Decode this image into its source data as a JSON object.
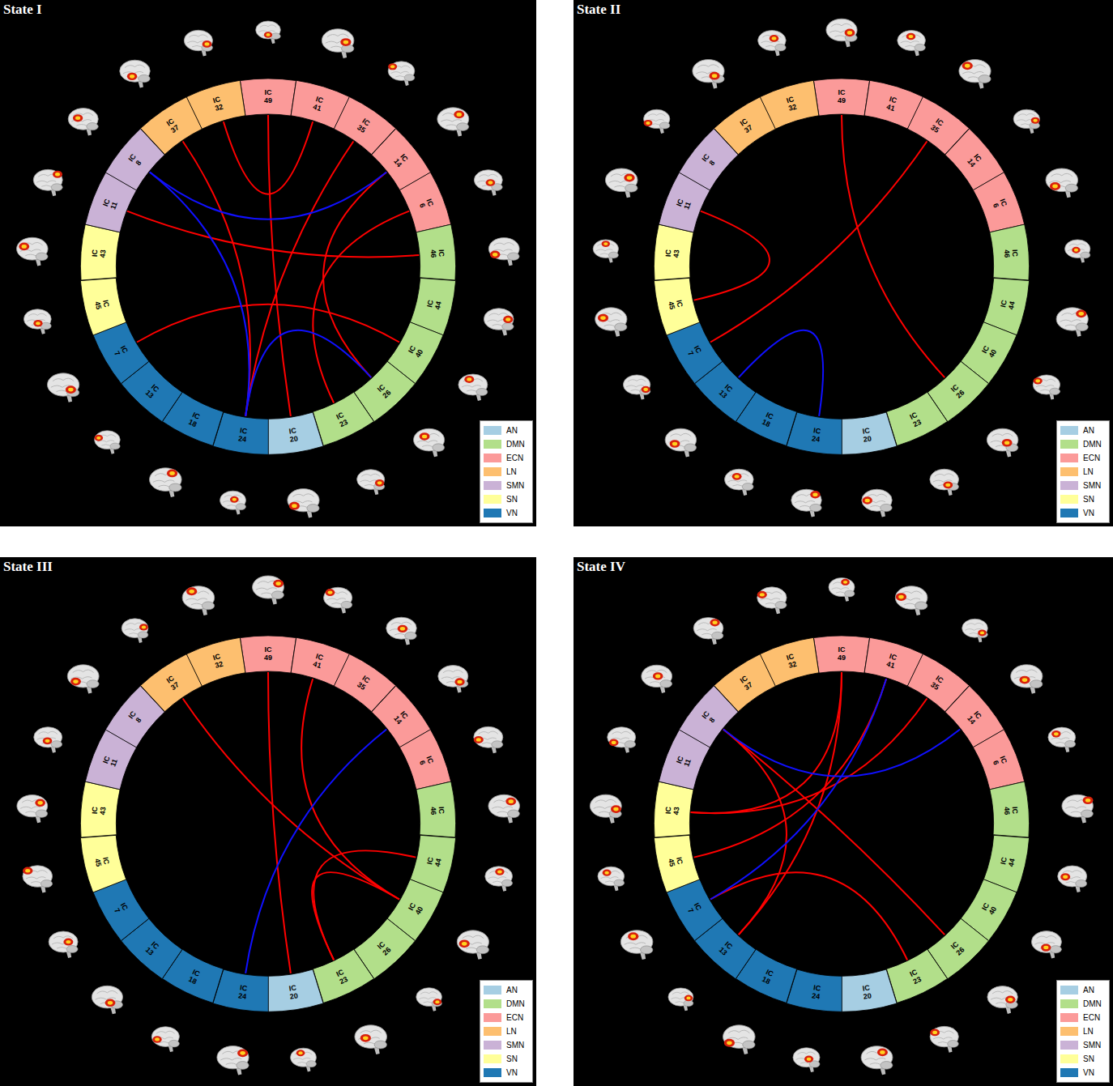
{
  "diagram": {
    "nodes": [
      {
        "text": [
          "State I"
        ]
      },
      {
        "text": [
          "IC 49"
        ],
        "in": 0
      },
      {
        "text": [
          "IC 41"
        ],
        "in": 0
      },
      {
        "text": [
          "IC 35"
        ],
        "in": 0
      },
      {
        "text": [
          "IC 14"
        ],
        "in": 0
      },
      {
        "text": [
          "IC 6"
        ],
        "in": 0
      },
      {
        "text": [
          "IC 46"
        ],
        "in": 0
      },
      {
        "text": [
          "IC 44"
        ],
        "in": 0
      },
      {
        "text": [
          "IC 40"
        ],
        "in": 0
      },
      {
        "text": [
          "IC 26"
        ],
        "in": 0
      },
      {
        "text": [
          "IC 23"
        ],
        "in": 0
      },
      {
        "text": [
          "IC 20"
        ],
        "in": 0
      },
      {
        "text": [
          "IC 24"
        ],
        "in": 0
      },
      {
        "text": [
          "IC 18"
        ],
        "in": 0
      },
      {
        "text": [
          "IC 13"
        ],
        "in": 0
      },
      {
        "text": [
          "IC 7"
        ],
        "in": 0
      },
      {
        "text": [
          "IC 45"
        ],
        "in": 0
      },
      {
        "text": [
          "IC 43"
        ],
        "in": 0
      },
      {
        "text": [
          "IC 11"
        ],
        "in": 0
      },
      {
        "text": [
          "IC 8"
        ],
        "in": 0
      },
      {
        "text": [
          "IC 37"
        ],
        "in": 0
      },
      {
        "text": [
          "IC 32"
        ],
        "in": 0
      },
      {
        "text": [
          "State II"
        ]
      },
      {
        "text": [
          "IC 49"
        ],
        "in": 22
      },
      {
        "text": [
          "IC 41"
        ],
        "in": 22
      },
      {
        "text": [
          "IC 35"
        ],
        "in": 22
      },
      {
        "text": [
          "IC 14"
        ],
        "in": 22
      },
      {
        "text": [
          "IC 6"
        ],
        "in": 22
      },
      {
        "text": [
          "IC 46"
        ],
        "in": 22
      },
      {
        "text": [
          "IC 44"
        ],
        "in": 22
      },
      {
        "text": [
          "IC 40"
        ],
        "in": 22
      },
      {
        "text": [
          "IC 26"
        ],
        "in": 22
      },
      {
        "text": [
          "IC 23"
        ],
        "in": 22
      },
      {
        "text": [
          "IC 20"
        ],
        "in": 22
      },
      {
        "text": [
          "IC 24"
        ],
        "in": 22
      },
      {
        "text": [
          "IC 18"
        ],
        "in": 22
      },
      {
        "text": [
          "IC 13"
        ],
        "in": 22
      },
      {
        "text": [
          "IC 7"
        ],
        "in": 22
      },
      {
        "text": [
          "IC 45"
        ],
        "in": 22
      },
      {
        "text": [
          "IC 43"
        ],
        "in": 22
      },
      {
        "text": [
          "IC 11"
        ],
        "in": 22
      },
      {
        "text": [
          "IC 8"
        ],
        "in": 22
      },
      {
        "text": [
          "IC 37"
        ],
        "in": 22
      },
      {
        "text": [
          "IC 32"
        ],
        "in": 22
      },
      {
        "text": [
          "State III"
        ]
      },
      {
        "text": [
          "IC 49"
        ],
        "in": 44
      },
      {
        "text": [
          "IC 41"
        ],
        "in": 44
      },
      {
        "text": [
          "IC 35"
        ],
        "in": 44
      },
      {
        "text": [
          "IC 14"
        ],
        "in": 44
      },
      {
        "text": [
          "IC 6"
        ],
        "in": 44
      },
      {
        "text": [
          "IC 46"
        ],
        "in": 44
      },
      {
        "text": [
          "IC 44"
        ],
        "in": 44
      },
      {
        "text": [
          "IC 40"
        ],
        "in": 44
      },
      {
        "text": [
          "IC 26"
        ],
        "in": 44
      },
      {
        "text": [
          "IC 23"
        ],
        "in": 44
      },
      {
        "text": [
          "IC 20"
        ],
        "in": 44
      },
      {
        "text": [
          "IC 24"
        ],
        "in": 44
      },
      {
        "text": [
          "IC 18"
        ],
        "in": 44
      },
      {
        "text": [
          "IC 13"
        ],
        "in": 44
      },
      {
        "text": [
          "IC 7"
        ],
        "in": 44
      },
      {
        "text": [
          "IC 45"
        ],
        "in": 44
      },
      {
        "text": [
          "IC 43"
        ],
        "in": 44
      },
      {
        "text": [
          "IC 11"
        ],
        "in": 44
      },
      {
        "text": [
          "IC 8"
        ],
        "in": 44
      },
      {
        "text": [
          "IC 37"
        ],
        "in": 44
      },
      {
        "text": [
          "IC 32"
        ],
        "in": 44
      },
      {
        "text": [
          "State IV"
        ]
      },
      {
        "text": [
          "IC 49"
        ],
        "in": 66
      },
      {
        "text": [
          "IC 41"
        ],
        "in": 66
      },
      {
        "text": [
          "IC 35"
        ],
        "in": 66
      },
      {
        "text": [
          "IC 14"
        ],
        "in": 66
      },
      {
        "text": [
          "IC 6"
        ],
        "in": 66
      },
      {
        "text": [
          "IC 46"
        ],
        "in": 66
      },
      {
        "text": [
          "IC 44"
        ],
        "in": 66
      },
      {
        "text": [
          "IC 40"
        ],
        "in": 66
      },
      {
        "text": [
          "IC 26"
        ],
        "in": 66
      },
      {
        "text": [
          "IC 23"
        ],
        "in": 66
      },
      {
        "text": [
          "IC 20"
        ],
        "in": 66
      },
      {
        "text": [
          "IC 24"
        ],
        "in": 66
      },
      {
        "text": [
          "IC 18"
        ],
        "in": 66
      },
      {
        "text": [
          "IC 13"
        ],
        "in": 66
      },
      {
        "text": [
          "IC 7"
        ],
        "in": 66
      },
      {
        "text": [
          "IC 45"
        ],
        "in": 66
      },
      {
        "text": [
          "IC 43"
        ],
        "in": 66
      },
      {
        "text": [
          "IC 11"
        ],
        "in": 66
      },
      {
        "text": [
          "IC 8"
        ],
        "in": 66
      },
      {
        "text": [
          "IC 37"
        ],
        "in": 66
      },
      {
        "text": [
          "IC 32"
        ],
        "in": 66
      }
    ],
    "edges": [
      {
        "from": 21,
        "to": 2,
        "arrow": "none"
      },
      {
        "from": 20,
        "to": 12,
        "arrow": "none"
      },
      {
        "from": 1,
        "to": 11,
        "arrow": "none"
      },
      {
        "from": 3,
        "to": 12,
        "arrow": "none"
      },
      {
        "from": 18,
        "to": 6,
        "arrow": "none"
      },
      {
        "from": 15,
        "to": 8,
        "arrow": "none"
      },
      {
        "from": 5,
        "to": 10,
        "arrow": "none"
      },
      {
        "from": 4,
        "to": 9,
        "arrow": "none"
      },
      {
        "from": 19,
        "to": 4,
        "arrow": "none"
      },
      {
        "from": 19,
        "to": 12,
        "arrow": "none"
      },
      {
        "from": 12,
        "to": 9,
        "arrow": "none"
      },
      {
        "from": 40,
        "to": 38,
        "arrow": "none"
      },
      {
        "from": 37,
        "to": 25,
        "arrow": "none"
      },
      {
        "from": 23,
        "to": 31,
        "arrow": "none"
      },
      {
        "from": 36,
        "to": 34,
        "arrow": "none"
      },
      {
        "from": 64,
        "to": 52,
        "arrow": "none"
      },
      {
        "from": 45,
        "to": 55,
        "arrow": "none"
      },
      {
        "from": 46,
        "to": 52,
        "arrow": "none"
      },
      {
        "from": 52,
        "to": 54,
        "arrow": "none"
      },
      {
        "from": 51,
        "to": 54,
        "arrow": "none"
      },
      {
        "from": 48,
        "to": 56,
        "arrow": "none"
      },
      {
        "from": 83,
        "to": 67,
        "arrow": "none"
      },
      {
        "from": 83,
        "to": 69,
        "arrow": "none"
      },
      {
        "from": 82,
        "to": 68,
        "arrow": "none"
      },
      {
        "from": 85,
        "to": 75,
        "arrow": "none"
      },
      {
        "from": 85,
        "to": 80,
        "arrow": "none"
      },
      {
        "from": 81,
        "to": 76,
        "arrow": "none"
      },
      {
        "from": 67,
        "to": 80,
        "arrow": "none"
      },
      {
        "from": 85,
        "to": 70,
        "arrow": "none"
      },
      {
        "from": 81,
        "to": 68,
        "arrow": "none"
      }
    ],
    "legend": [
      {
        "text": "AN",
        "color": "#a6cee3"
      },
      {
        "text": "DMN",
        "color": "#b2df8a"
      },
      {
        "text": "ECN",
        "color": "#fb9a99"
      },
      {
        "text": "LN",
        "color": "#fdbf6f"
      },
      {
        "text": "SMN",
        "color": "#cab2d6"
      },
      {
        "text": "SN",
        "color": "#ffff99"
      },
      {
        "text": "VN",
        "color": "#1f78b4"
      },
      {
        "text": "AN",
        "color": "#a6cee3"
      },
      {
        "text": "DMN",
        "color": "#b2df8a"
      },
      {
        "text": "ECN",
        "color": "#fb9a99"
      },
      {
        "text": "LN",
        "color": "#fdbf6f"
      },
      {
        "text": "SMN",
        "color": "#cab2d6"
      },
      {
        "text": "SN",
        "color": "#ffff99"
      },
      {
        "text": "VN",
        "color": "#1f78b4"
      },
      {
        "text": "AN",
        "color": "#a6cee3"
      },
      {
        "text": "DMN",
        "color": "#b2df8a"
      },
      {
        "text": "ECN",
        "color": "#fb9a99"
      },
      {
        "text": "LN",
        "color": "#fdbf6f"
      },
      {
        "text": "SMN",
        "color": "#cab2d6"
      },
      {
        "text": "SN",
        "color": "#ffff99"
      },
      {
        "text": "VN",
        "color": "#1f78b4"
      },
      {
        "text": "AN",
        "color": "#a6cee3"
      },
      {
        "text": "DMN",
        "color": "#b2df8a"
      },
      {
        "text": "ECN",
        "color": "#fb9a99"
      },
      {
        "text": "LN",
        "color": "#fdbf6f"
      },
      {
        "text": "SMN",
        "color": "#cab2d6"
      },
      {
        "text": "SN",
        "color": "#ffff99"
      },
      {
        "text": "VN",
        "color": "#1f78b4"
      }
    ]
  }
}
